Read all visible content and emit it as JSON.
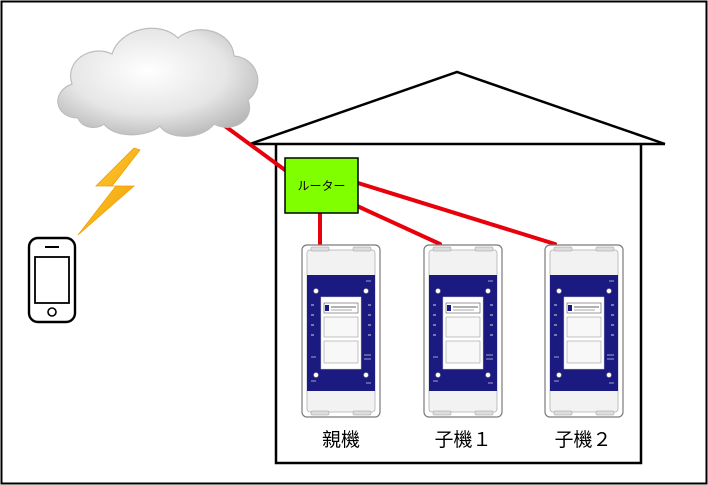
{
  "router": {
    "label": "ルーター"
  },
  "units": [
    {
      "label": "親機"
    },
    {
      "label": "子機１"
    },
    {
      "label": "子機２"
    }
  ],
  "colors": {
    "cable": "#e8000b",
    "router_fill": "#7fff00",
    "device_band": "#1a1a80",
    "lightning": "#f7b500"
  },
  "icons": [
    "cloud-icon",
    "lightning-icon",
    "smartphone-icon",
    "house-outline",
    "router-box",
    "access-point-device"
  ]
}
